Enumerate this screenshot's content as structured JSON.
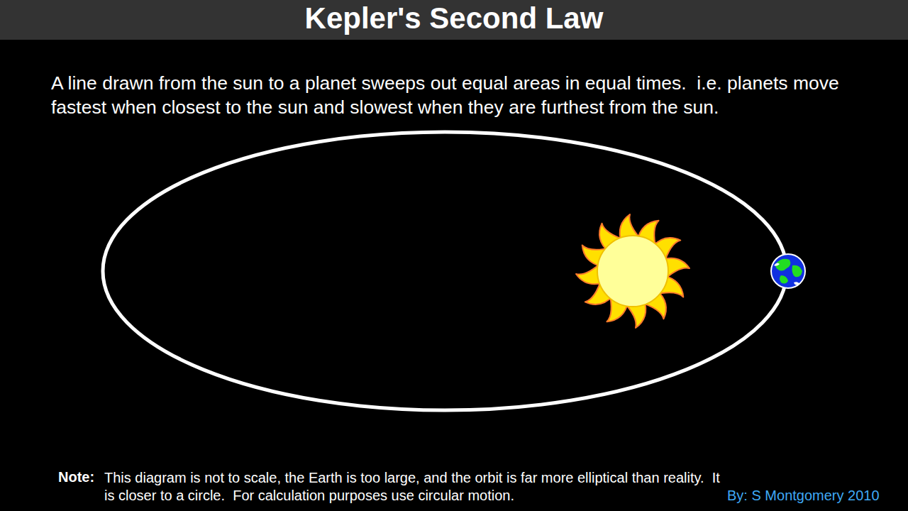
{
  "diagram": {
    "title": "Kepler's Second Law",
    "labels": [
      "A line drawn from the sun to a planet sweeps out equal areas in equal times.  i.e. planets move fastest when closest to the sun and slowest when they are furthest from the sun.",
      "Note:",
      "This diagram is not to scale, the Earth is too large, and the orbit is far more elliptical than reality.  It is closer to a circle.  For calculation purposes use circular motion.",
      "By: S Montgomery 2010"
    ]
  }
}
